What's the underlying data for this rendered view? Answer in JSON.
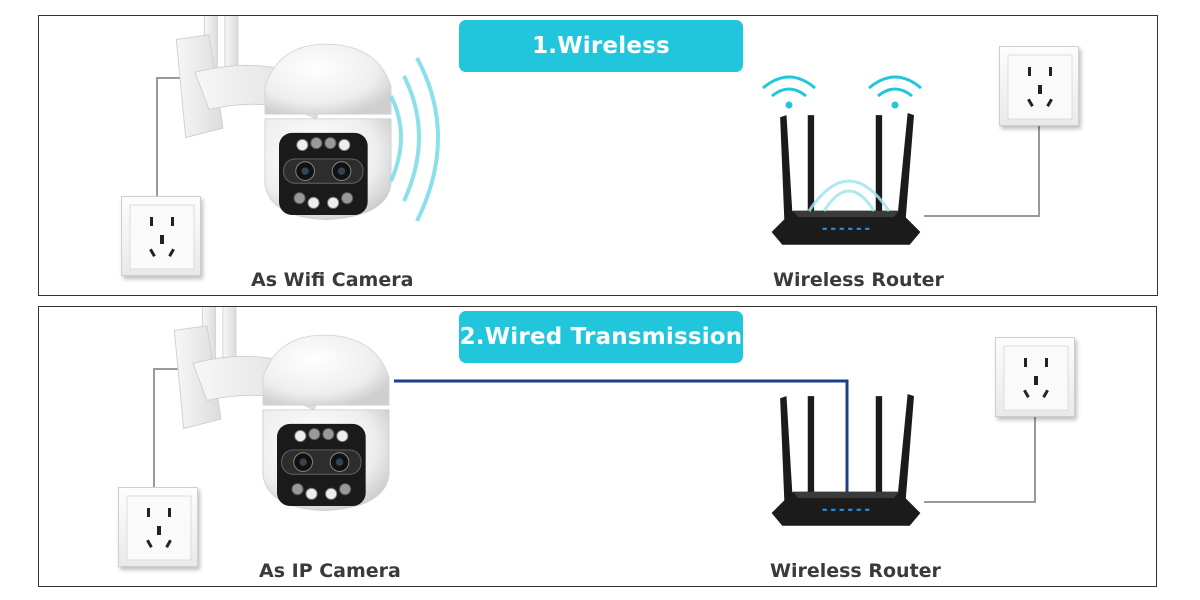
{
  "panels": [
    {
      "title": "1.Wireless Transmission",
      "camera_label": "As Wifi Camera",
      "router_label": "Wireless Router"
    },
    {
      "title": "2.Wired Transmission",
      "camera_label": "As IP Camera",
      "router_label": "Wireless Router"
    }
  ],
  "colors": {
    "accent": "#22c6dc",
    "wifi_wave": "#7fdde8",
    "ethernet_cable": "#1c3f8c",
    "power_cable": "#9a9a9a",
    "router_body": "#1b1b1b"
  },
  "icons": [
    "wifi-icon",
    "power-outlet-icon",
    "camera-icon",
    "router-icon"
  ]
}
